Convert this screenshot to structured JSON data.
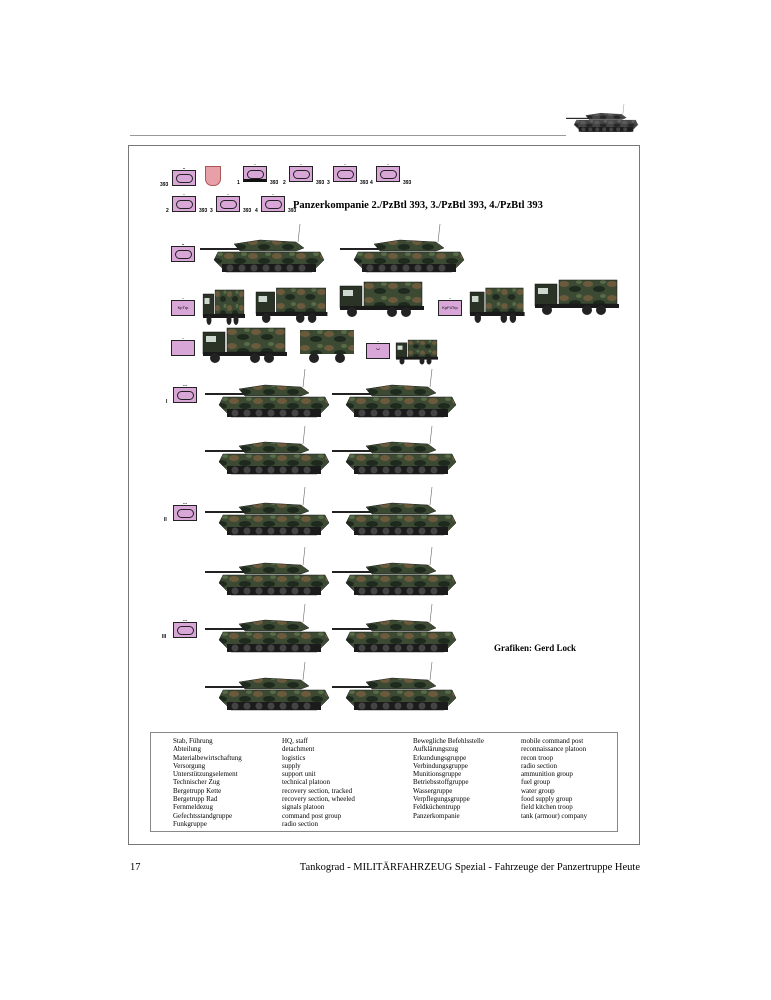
{
  "header": {
    "page_number": "17",
    "running_title": "Tankograd - MILITÄRFAHRZEUG Spezial - Fahrzeuge der Panzertruppe  Heute"
  },
  "symbols": {
    "battalion_number": "393",
    "companies_top": [
      "1",
      "2",
      "3",
      "4"
    ],
    "companies_bottom": [
      "2",
      "3",
      "4"
    ],
    "kp_trp": "KpTrp",
    "kp_fue_trp": "KpFüTrp",
    "platoons": [
      "I",
      "II",
      "III"
    ],
    "colors": {
      "fill": "#d9a6d8",
      "border": "#222222"
    }
  },
  "title": "Panzerkompanie 2./PzBtl 393, 3./PzBtl 393, 4./PzBtl 393",
  "credit": "Grafiken: Gerd Lock",
  "legend": {
    "col1": [
      "Stab, Führung",
      "Abteilung",
      "Materialbewirtschaftung",
      "Versorgung",
      "Unterstützungselement",
      "Technischer Zug",
      "Bergetrupp Kette",
      "Bergetrupp Rad",
      "Fernmeldezug",
      "Gefechtsstandgruppe",
      "Funkgruppe"
    ],
    "col2": [
      "HQ, staff",
      "detachment",
      "logistics",
      "supply",
      "support unit",
      "technical platoon",
      "recovery section, tracked",
      "recovery section, wheeled",
      "signals platoon",
      "command post group",
      "radio section"
    ],
    "col3": [
      "Bewegliche Befehlsstelle",
      "Aufklärungszug",
      "Erkundungsgruppe",
      "Verbindungsgruppe",
      "Munitionsgruppe",
      "Betriebsstoffgruppe",
      "Wassergruppe",
      "Verpflegungsgruppe",
      "Feldküchentrupp",
      "Panzerkompanie"
    ],
    "col4": [
      "mobile command post",
      "reconnaissance platoon",
      "recon troop",
      "radio section",
      "ammunition group",
      "fuel group",
      "water group",
      "food supply group",
      "field kitchen troop",
      "tank (armour) company"
    ]
  }
}
